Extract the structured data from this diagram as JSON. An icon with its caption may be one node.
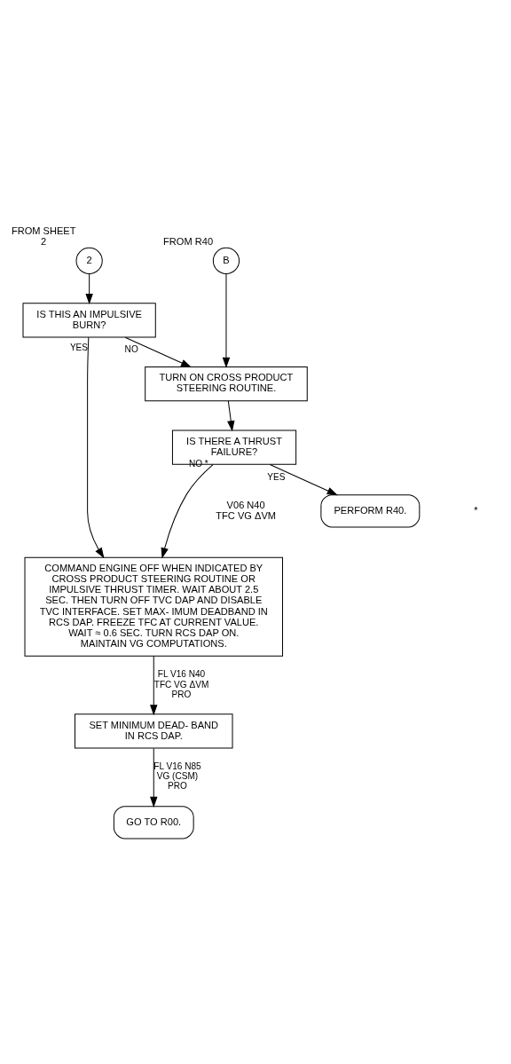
{
  "diagram": {
    "nodes": [
      {
        "text": [
          "2"
        ],
        "beside": [
          "FROM SHEET 2"
        ]
      },
      {
        "text": [
          "IS THIS AN IMPULSIVE BURN?"
        ]
      },
      {
        "text": [
          "B"
        ],
        "beside": [
          "FROM R40"
        ]
      },
      {
        "text": [
          "TURN ON CROSS PRODUCT STEERING ROUTINE."
        ]
      },
      {
        "text": [
          "IS THERE A THRUST FAILURE?"
        ]
      },
      {
        "text": [
          "PERFORM R40."
        ]
      },
      {
        "text": [
          "COMMAND ENGINE OFF WHEN INDICATED BY CROSS PRODUCT STEERING ROUTINE OR IMPULSIVE THRUST TIMER. WAIT ABOUT 2.5 SEC. THEN TURN OFF TVC DAP AND DISABLE TVC INTERFACE. SET MAX- IMUM DEADBAND IN RCS DAP. FREEZE TFC AT CURRENT VALUE. WAIT ≈ 0.6 SEC. TURN RCS DAP ON. MAINTAIN VG COMPUTATIONS."
        ]
      },
      {
        "text": [
          "SET MINIMUM DEAD- BAND IN RCS DAP."
        ]
      },
      {
        "text": [
          "GO TO R00."
        ]
      }
    ],
    "edges": [
      {
        "from": 0,
        "to": 1,
        "arrow": "to"
      },
      {
        "from": 1,
        "to": 3,
        "arrow": "to",
        "label": "NO"
      },
      {
        "from": 2,
        "to": 3,
        "arrow": "to"
      },
      {
        "from": 3,
        "to": 4,
        "arrow": "to"
      },
      {
        "from": 1,
        "to": 6,
        "arrow": "to",
        "label": "YES"
      },
      {
        "from": 4,
        "to": 5,
        "arrow": "to",
        "label": "YES"
      },
      {
        "from": 4,
        "to": 6,
        "arrow": "to",
        "label": "NO *"
      },
      {
        "from": 6,
        "to": 7,
        "arrow": "to",
        "label": "FL V16 N40 TFC VG ΔVM PRO"
      },
      {
        "from": 7,
        "to": 8,
        "arrow": "to",
        "label": "FL V16 N85 VG (CSM) PRO"
      }
    ],
    "labels": [
      "V06 N40 TFC VG ΔVM",
      "*"
    ]
  }
}
